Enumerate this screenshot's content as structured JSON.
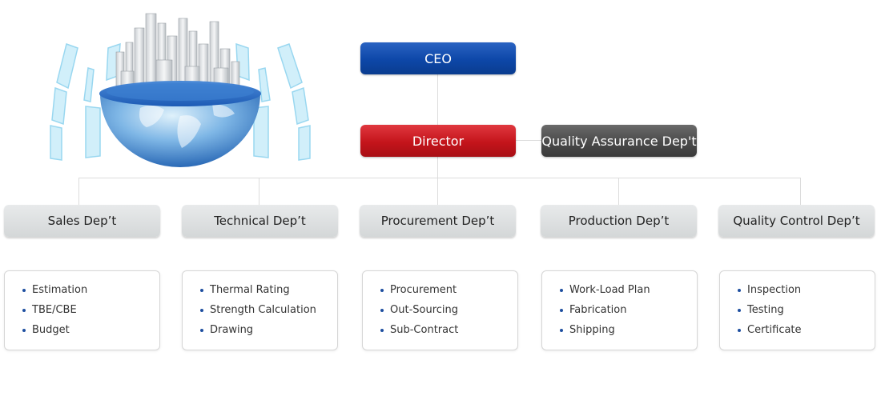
{
  "chart": {
    "ceo": "CEO",
    "director": "Director",
    "qa": "Quality Assurance Dep't",
    "departments": [
      {
        "name": "Sales Dep’t",
        "tasks": [
          "Estimation",
          "TBE/CBE",
          "Budget"
        ]
      },
      {
        "name": "Technical Dep’t",
        "tasks": [
          "Thermal Rating",
          "Strength Calculation",
          "Drawing"
        ]
      },
      {
        "name": "Procurement Dep’t",
        "tasks": [
          "Procurement",
          "Out-Sourcing",
          "Sub-Contract"
        ]
      },
      {
        "name": "Production Dep’t",
        "tasks": [
          "Work-Load Plan",
          "Fabrication",
          "Shipping"
        ]
      },
      {
        "name": "Quality Control Dep’t",
        "tasks": [
          "Inspection",
          "Testing",
          "Certificate"
        ]
      }
    ]
  },
  "illustration": {
    "icon": "globe-city-illustration",
    "colors": {
      "sea": "#2b6fc4",
      "panel": "#bfe6f5",
      "building": "#e6e8ea"
    }
  }
}
